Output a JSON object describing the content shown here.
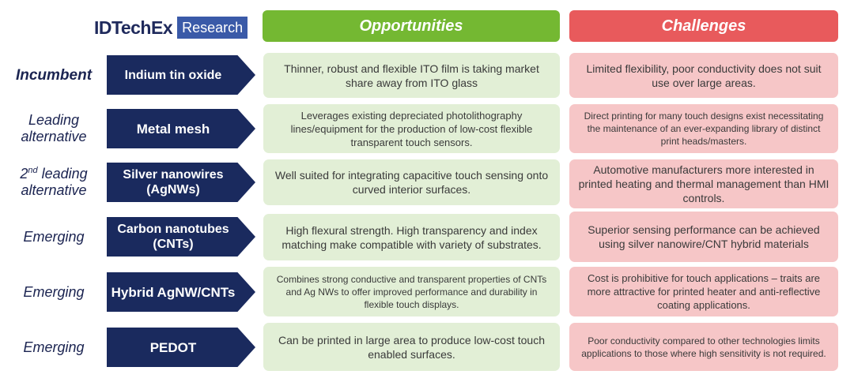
{
  "logo": {
    "main": "IDTechEx",
    "box": "Research"
  },
  "headers": {
    "opportunities": "Opportunities",
    "challenges": "Challenges"
  },
  "rows": [
    {
      "label": "Incumbent",
      "tech": "Indium tin oxide",
      "opportunity": "Thinner, robust and flexible ITO film is taking market share away from ITO glass",
      "challenge": "Limited flexibility, poor conductivity does not suit use over large areas."
    },
    {
      "label": "Leading alternative",
      "tech": "Metal mesh",
      "opportunity": "Leverages existing depreciated photolithography lines/equipment for the production of low-cost flexible transparent touch sensors.",
      "challenge": "Direct printing for many touch designs exist necessitating the maintenance of an ever-expanding library of distinct print heads/masters."
    },
    {
      "label_sup": "nd",
      "label_pre": "2",
      "label_post": " leading alternative",
      "tech": "Silver nanowires (AgNWs)",
      "opportunity": "Well suited for integrating capacitive touch sensing onto curved interior surfaces.",
      "challenge": "Automotive manufacturers more interested in printed heating and thermal management than HMI controls."
    },
    {
      "label": "Emerging",
      "tech": "Carbon nanotubes (CNTs)",
      "opportunity": "High flexural strength. High transparency and index matching make compatible with variety of substrates.",
      "challenge": "Superior sensing performance can be achieved using silver nanowire/CNT hybrid materials"
    },
    {
      "label": "Emerging",
      "tech": "Hybrid AgNW/CNTs",
      "opportunity": "Combines strong conductive and transparent properties of CNTs and Ag NWs to offer improved performance and durability in flexible touch displays.",
      "challenge": "Cost is prohibitive for touch applications – traits are more attractive for printed heater and anti-reflective coating applications."
    },
    {
      "label": "Emerging",
      "tech": "PEDOT",
      "opportunity": "Can be printed in large area to produce low-cost touch enabled surfaces.",
      "challenge": "Poor conductivity compared to other technologies limits applications to those where high sensitivity is not required."
    }
  ]
}
